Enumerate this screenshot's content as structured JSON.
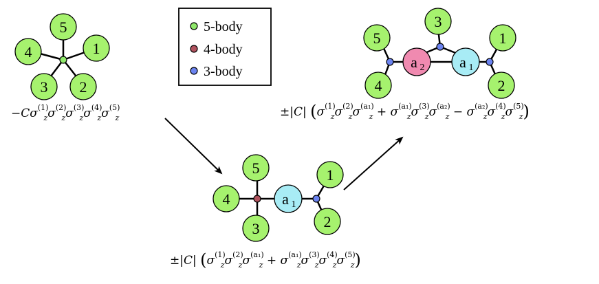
{
  "legend": {
    "items": [
      {
        "label": "5-body",
        "color": "#8fe86a"
      },
      {
        "label": "4-body",
        "color": "#b0525e"
      },
      {
        "label": "3-body",
        "color": "#6b83f0"
      }
    ]
  },
  "colors": {
    "leaf": "#a6f26e",
    "ancilla_cyan": "#a8ecf5",
    "ancilla_pink": "#f08ab0",
    "hub_green": "#8fe86a",
    "hub_red": "#b0525e",
    "hub_blue": "#6b83f0"
  },
  "labels": {
    "n1": "1",
    "n2": "2",
    "n3": "3",
    "n4": "4",
    "n5": "5",
    "a": "a",
    "sub1": "1",
    "sub2": "2"
  },
  "formulas": {
    "f1": {
      "prefix": "−C",
      "terms": [
        [
          "z",
          "(1)"
        ],
        [
          "z",
          "(2)"
        ],
        [
          "z",
          "(3)"
        ],
        [
          "z",
          "(4)"
        ],
        [
          "z",
          "(5)"
        ]
      ]
    },
    "f2": {
      "prefix": "±|C|",
      "groups": [
        {
          "sign": "",
          "terms": [
            [
              "z",
              "(1)"
            ],
            [
              "z",
              "(2)"
            ],
            [
              "z",
              "(a₁)"
            ]
          ]
        },
        {
          "sign": "+",
          "terms": [
            [
              "z",
              "(a₁)"
            ],
            [
              "z",
              "(3)"
            ],
            [
              "z",
              "(4)"
            ],
            [
              "z",
              "(5)"
            ]
          ]
        }
      ]
    },
    "f3": {
      "prefix": "±|C|",
      "groups": [
        {
          "sign": "",
          "terms": [
            [
              "z",
              "(1)"
            ],
            [
              "z",
              "(2)"
            ],
            [
              "z",
              "(a₁)"
            ]
          ]
        },
        {
          "sign": "+",
          "terms": [
            [
              "z",
              "(a₁)"
            ],
            [
              "z",
              "(3)"
            ],
            [
              "z",
              "(a₂)"
            ]
          ]
        },
        {
          "sign": "−",
          "terms": [
            [
              "z",
              "(a₂)"
            ],
            [
              "z",
              "(4)"
            ],
            [
              "z",
              "(5)"
            ]
          ]
        }
      ]
    }
  }
}
